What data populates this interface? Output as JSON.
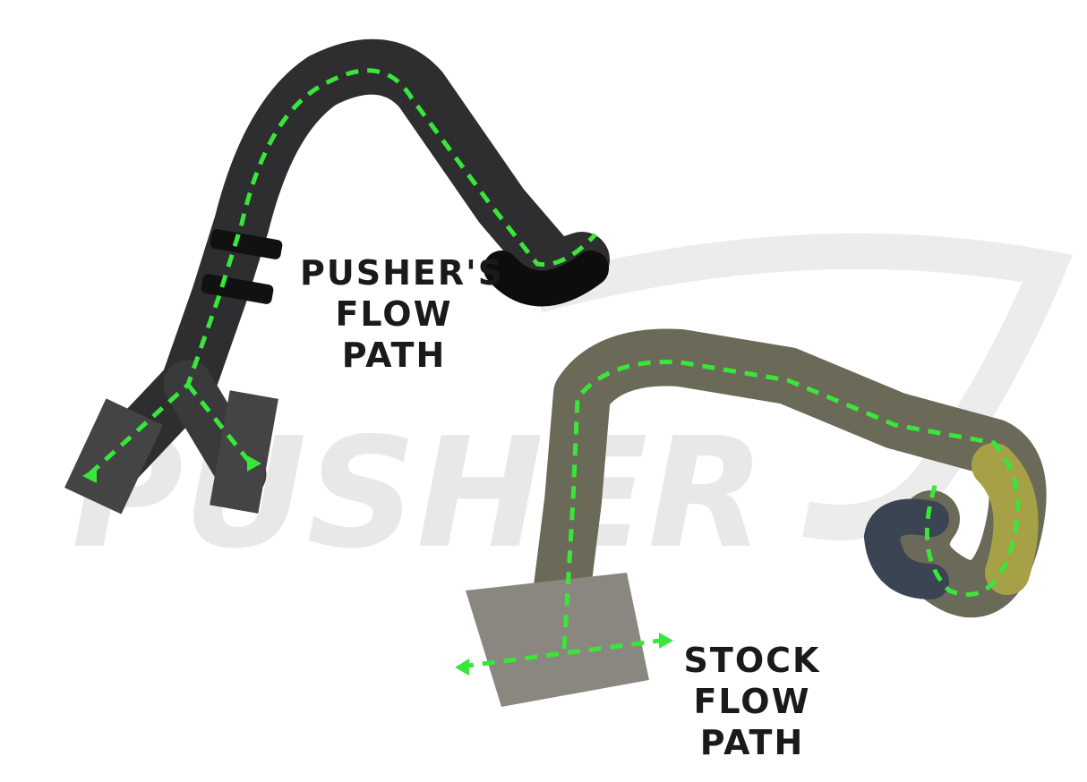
{
  "watermark": {
    "text": "PUSHER"
  },
  "labels": {
    "pusher": [
      "PUSHER'S",
      "FLOW",
      "PATH"
    ],
    "stock": [
      "STOCK",
      "FLOW",
      "PATH"
    ]
  },
  "colors": {
    "flow_line": "#39e63a",
    "pusher_pipe": "#2e2e30",
    "stock_pipe": "#6b6a58",
    "watermark": "#e6e6e6"
  }
}
